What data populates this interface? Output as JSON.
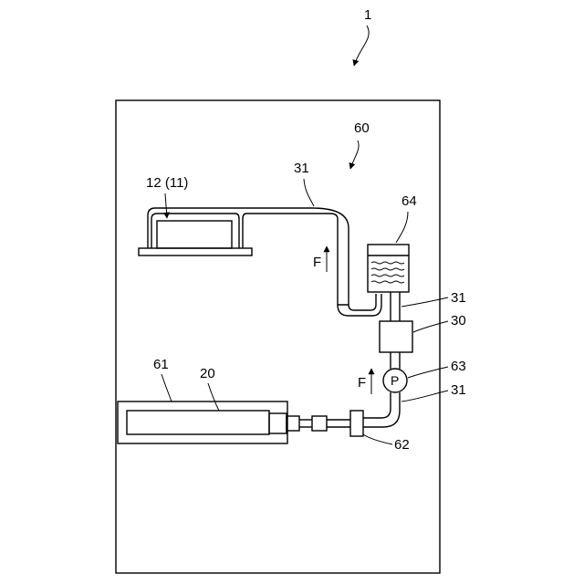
{
  "labels": {
    "system": "1",
    "enclosure": "60",
    "pipe_top": "31",
    "component_top_left": "12 (11)",
    "reservoir": "64",
    "pipe_right_upper": "31",
    "unit_30": "30",
    "pump_ref": "63",
    "pipe_right_lower": "31",
    "pump_symbol": "P",
    "flow_upper": "F",
    "flow_lower": "F",
    "module_61": "61",
    "module_20": "20",
    "fitting_62": "62"
  }
}
